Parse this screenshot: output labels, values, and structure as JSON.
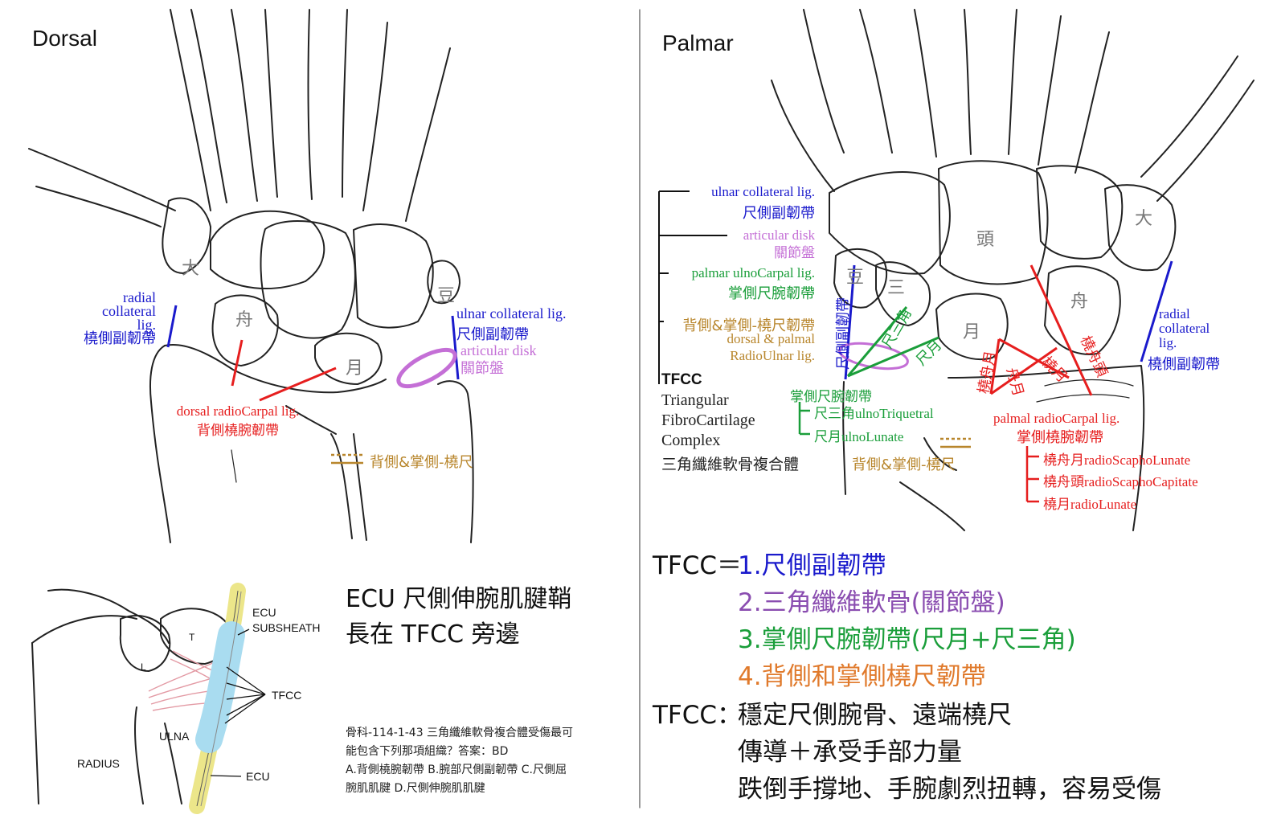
{
  "colors": {
    "ulnar_collateral": "#1a1acc",
    "articular_disk": "#c46fd6",
    "palmar_ulnocarpal": "#1a9e3a",
    "radioulnar": "#b8862c",
    "radiocarpal": "#e61e1e",
    "orange_item": "#e07a2c",
    "tendon_blue": "#a9dcf0",
    "tendon_yellow": "#ece68a"
  },
  "dorsal": {
    "title": "Dorsal",
    "bones": {
      "trapezium": "大",
      "scaphoid": "舟",
      "lunate": "月",
      "pisiform": "豆"
    },
    "radial_collateral": {
      "l1": "radial",
      "l2": "collateral",
      "l3": "lig.",
      "zh": "橈側副韌帶"
    },
    "ulnar_collateral": {
      "en": "ulnar collateral lig.",
      "zh": "尺側副韌帶"
    },
    "articular_disk": {
      "en": "articular disk",
      "zh": "關節盤"
    },
    "dorsal_radiocarpal": {
      "en": "dorsal radioCarpal lig.",
      "zh": "背側橈腕韌帶"
    },
    "radioulnar": "背側&掌側-橈尺"
  },
  "palmar": {
    "title": "Palmar",
    "bones": {
      "trapezium": "大",
      "capitate": "頭",
      "pisiform": "豆",
      "triquetrum": "三",
      "lunate": "月",
      "scaphoid": "舟"
    },
    "ulnar_collateral": {
      "en": "ulnar collateral lig.",
      "zh": "尺側副韌帶"
    },
    "articular_disk": {
      "en": "articular disk",
      "zh": "關節盤"
    },
    "palmar_ulnocarpal": {
      "en": "palmar ulnoCarpal lig.",
      "zh": "掌側尺腕韌帶"
    },
    "radioulnar": {
      "zh": "背側&掌側-橈尺韌帶",
      "l1": "dorsal & palmal",
      "l2": "RadioUlnar lig."
    },
    "tfcc": {
      "abbr": "TFCC",
      "l1": "Triangular",
      "l2": "FibroCartilage",
      "l3": "Complex",
      "zh": "三角纖維軟骨複合體"
    },
    "inline": {
      "ulnar_col_vertical": "尺側副韌帶",
      "ulno_triquetral_diag": "尺三角",
      "ulno_lunate_diag": "尺月",
      "scapholunate_diag": "舟月",
      "rsc_diag": "橈舟頭",
      "rl_diag": "橈月",
      "rsl_diag": "橈舟月"
    },
    "palmar_ulnocarpal_group": {
      "title": "掌側尺腕韌帶",
      "items": [
        "尺三角ulnoTriquetral",
        "尺月ulnoLunate"
      ]
    },
    "radioulnar_bottom": "背側&掌側-橈尺",
    "palmar_radiocarpal": {
      "en": "palmal radioCarpal lig.",
      "zh": "掌側橈腕韌帶",
      "items": [
        "橈舟月radioScaphoLunate",
        "橈舟頭radioScaphoCapitate",
        "橈月radioLunate"
      ]
    },
    "radial_collateral": {
      "l1": "radial",
      "l2": "collateral",
      "l3": "lig.",
      "zh": "橈側副韌帶"
    }
  },
  "ecu_figure": {
    "labels": {
      "ecu_subsheath_1": "ECU",
      "ecu_subsheath_2": "SUBSHEATH",
      "tfcc": "TFCC",
      "ulna": "ULNA",
      "radius": "RADIUS",
      "ecu": "ECU",
      "t": "T",
      "l": "L"
    }
  },
  "ecu_note": {
    "line1": "ECU 尺側伸腕肌腱鞘",
    "line2": "長在 TFCC 旁邊"
  },
  "exam": {
    "line1": "骨科-114-1-43 三角纖維軟骨複合體受傷最可",
    "line2": "能包含下列那項組織？答案：BD",
    "line3": "A.背側橈腕韌帶 B.腕部尺側副韌帶 C.尺側屈",
    "line4": "腕肌肌腱 D.尺側伸腕肌肌腱"
  },
  "summary": {
    "prefix": "TFCC＝",
    "items": [
      "1.尺側副韌帶",
      "2.三角纖維軟骨(關節盤)",
      "3.掌側尺腕韌帶(尺月+尺三角)",
      "4.背側和掌側橈尺韌帶"
    ],
    "function_prefix": "TFCC：",
    "function_lines": [
      "穩定尺側腕骨、遠端橈尺",
      "傳導＋承受手部力量",
      "跌倒手撐地、手腕劇烈扭轉，容易受傷"
    ]
  }
}
